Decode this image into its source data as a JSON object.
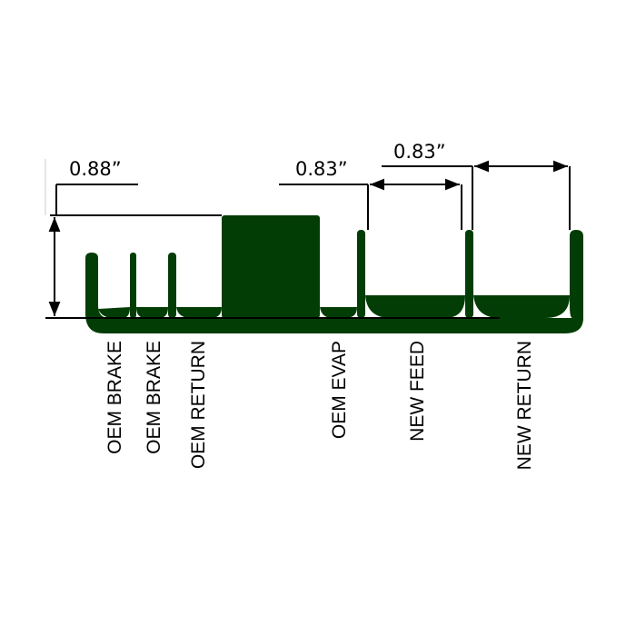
{
  "colors": {
    "profile": "#033d06",
    "lines": "#000000"
  },
  "dimensions": {
    "height": "0.88”",
    "feed_width": "0.83”",
    "return_width": "0.83”"
  },
  "labels": [
    "OEM BRAKE",
    "OEM BRAKE",
    "OEM RETURN",
    "OEM EVAP",
    "NEW FEED",
    "NEW RETURN"
  ]
}
